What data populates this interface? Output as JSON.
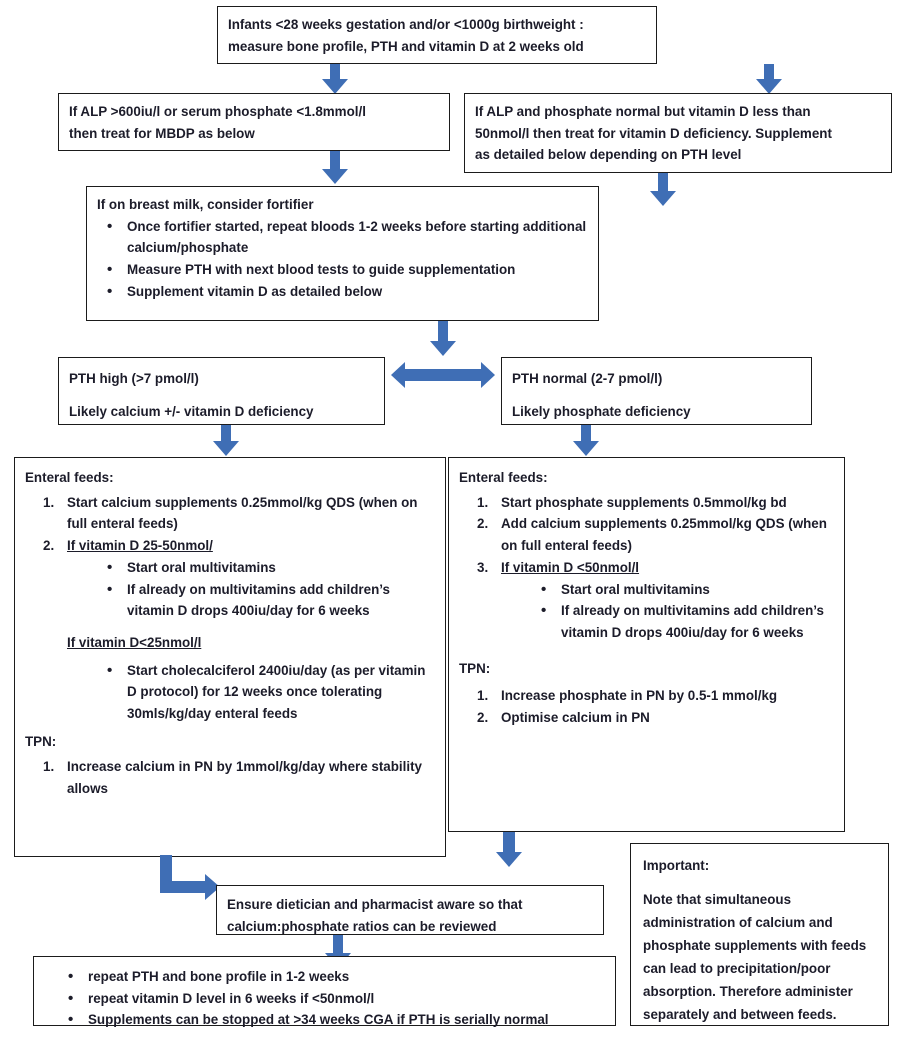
{
  "title": "Metabolic bone disease of prematurity (MBDP) management flowchart",
  "colors": {
    "arrow": "#3f6eb5",
    "box_border": "#1b1b1b",
    "text": "#1c1c2a",
    "background": "#ffffff"
  },
  "nodes": {
    "screening": {
      "line1": "Infants <28 weeks gestation and/or <1000g birthweight :",
      "line2": "measure bone profile, PTH and vitamin D at 2 weeks old"
    },
    "alp_high": {
      "line1": "If ALP >600iu/l or serum phosphate <1.8mmol/l",
      "line2": "then treat for MBDP as below"
    },
    "vitd_low": {
      "line1": "If ALP and phosphate normal but vitamin D less than",
      "line2": "50nmol/l then treat for vitamin D deficiency.  Supplement",
      "line3": "as detailed below depending on PTH level"
    },
    "fortifier": {
      "heading": "If on breast milk, consider fortifier",
      "bullets": [
        "Once fortifier started, repeat bloods 1-2 weeks before starting additional calcium/phosphate",
        "Measure PTH with next blood tests to guide supplementation",
        "Supplement vitamin D as detailed below"
      ]
    },
    "pth_high": {
      "line1": "PTH high (>7 pmol/l)",
      "line2": "Likely calcium +/- vitamin D deficiency"
    },
    "pth_normal": {
      "line1": "PTH normal (2-7 pmol/l)",
      "line2": "Likely phosphate deficiency"
    },
    "left_treatment": {
      "enteral_heading": "Enteral feeds:",
      "item1": "Start calcium supplements 0.25mmol/kg QDS (when on full enteral feeds)",
      "item2_underlined": "If vitamin D 25-50nmol/",
      "item2_bullets": [
        "Start oral multivitamins",
        "If already on multivitamins add children’s vitamin D drops 400iu/day for 6 weeks"
      ],
      "subheading_underlined": "If vitamin D<25nmol/l",
      "sub_bullets": [
        "Start cholecalciferol 2400iu/day (as per vitamin D protocol) for 12 weeks once tolerating 30mls/kg/day enteral feeds"
      ],
      "tpn_heading": "TPN:",
      "tpn_items": [
        "Increase calcium in PN by 1mmol/kg/day where stability allows"
      ]
    },
    "right_treatment": {
      "enteral_heading": "Enteral feeds:",
      "item1": "Start phosphate supplements 0.5mmol/kg bd",
      "item2": "Add calcium supplements 0.25mmol/kg QDS (when on full enteral feeds)",
      "item3_underlined": "If vitamin D <50nmol/l",
      "item3_bullets": [
        "Start oral multivitamins",
        "If already on multivitamins add children’s vitamin D drops 400iu/day for 6 weeks"
      ],
      "tpn_heading": "TPN:",
      "tpn_items": [
        "Increase phosphate in PN by 0.5-1 mmol/kg",
        "Optimise calcium in PN"
      ]
    },
    "dietician": {
      "line1": "Ensure dietician and pharmacist aware so that",
      "line2": "calcium:phosphate ratios can be reviewed"
    },
    "followup": {
      "bullets": [
        "repeat PTH and bone profile in 1-2 weeks",
        "repeat vitamin D level in 6 weeks if <50nmol/l",
        "Supplements can be stopped at >34 weeks CGA if PTH is serially normal"
      ]
    },
    "important": {
      "heading": "Important:",
      "body": "Note that simultaneous administration of calcium and phosphate supplements with feeds can lead to precipitation/poor absorption. Therefore administer separately and between feeds."
    }
  }
}
